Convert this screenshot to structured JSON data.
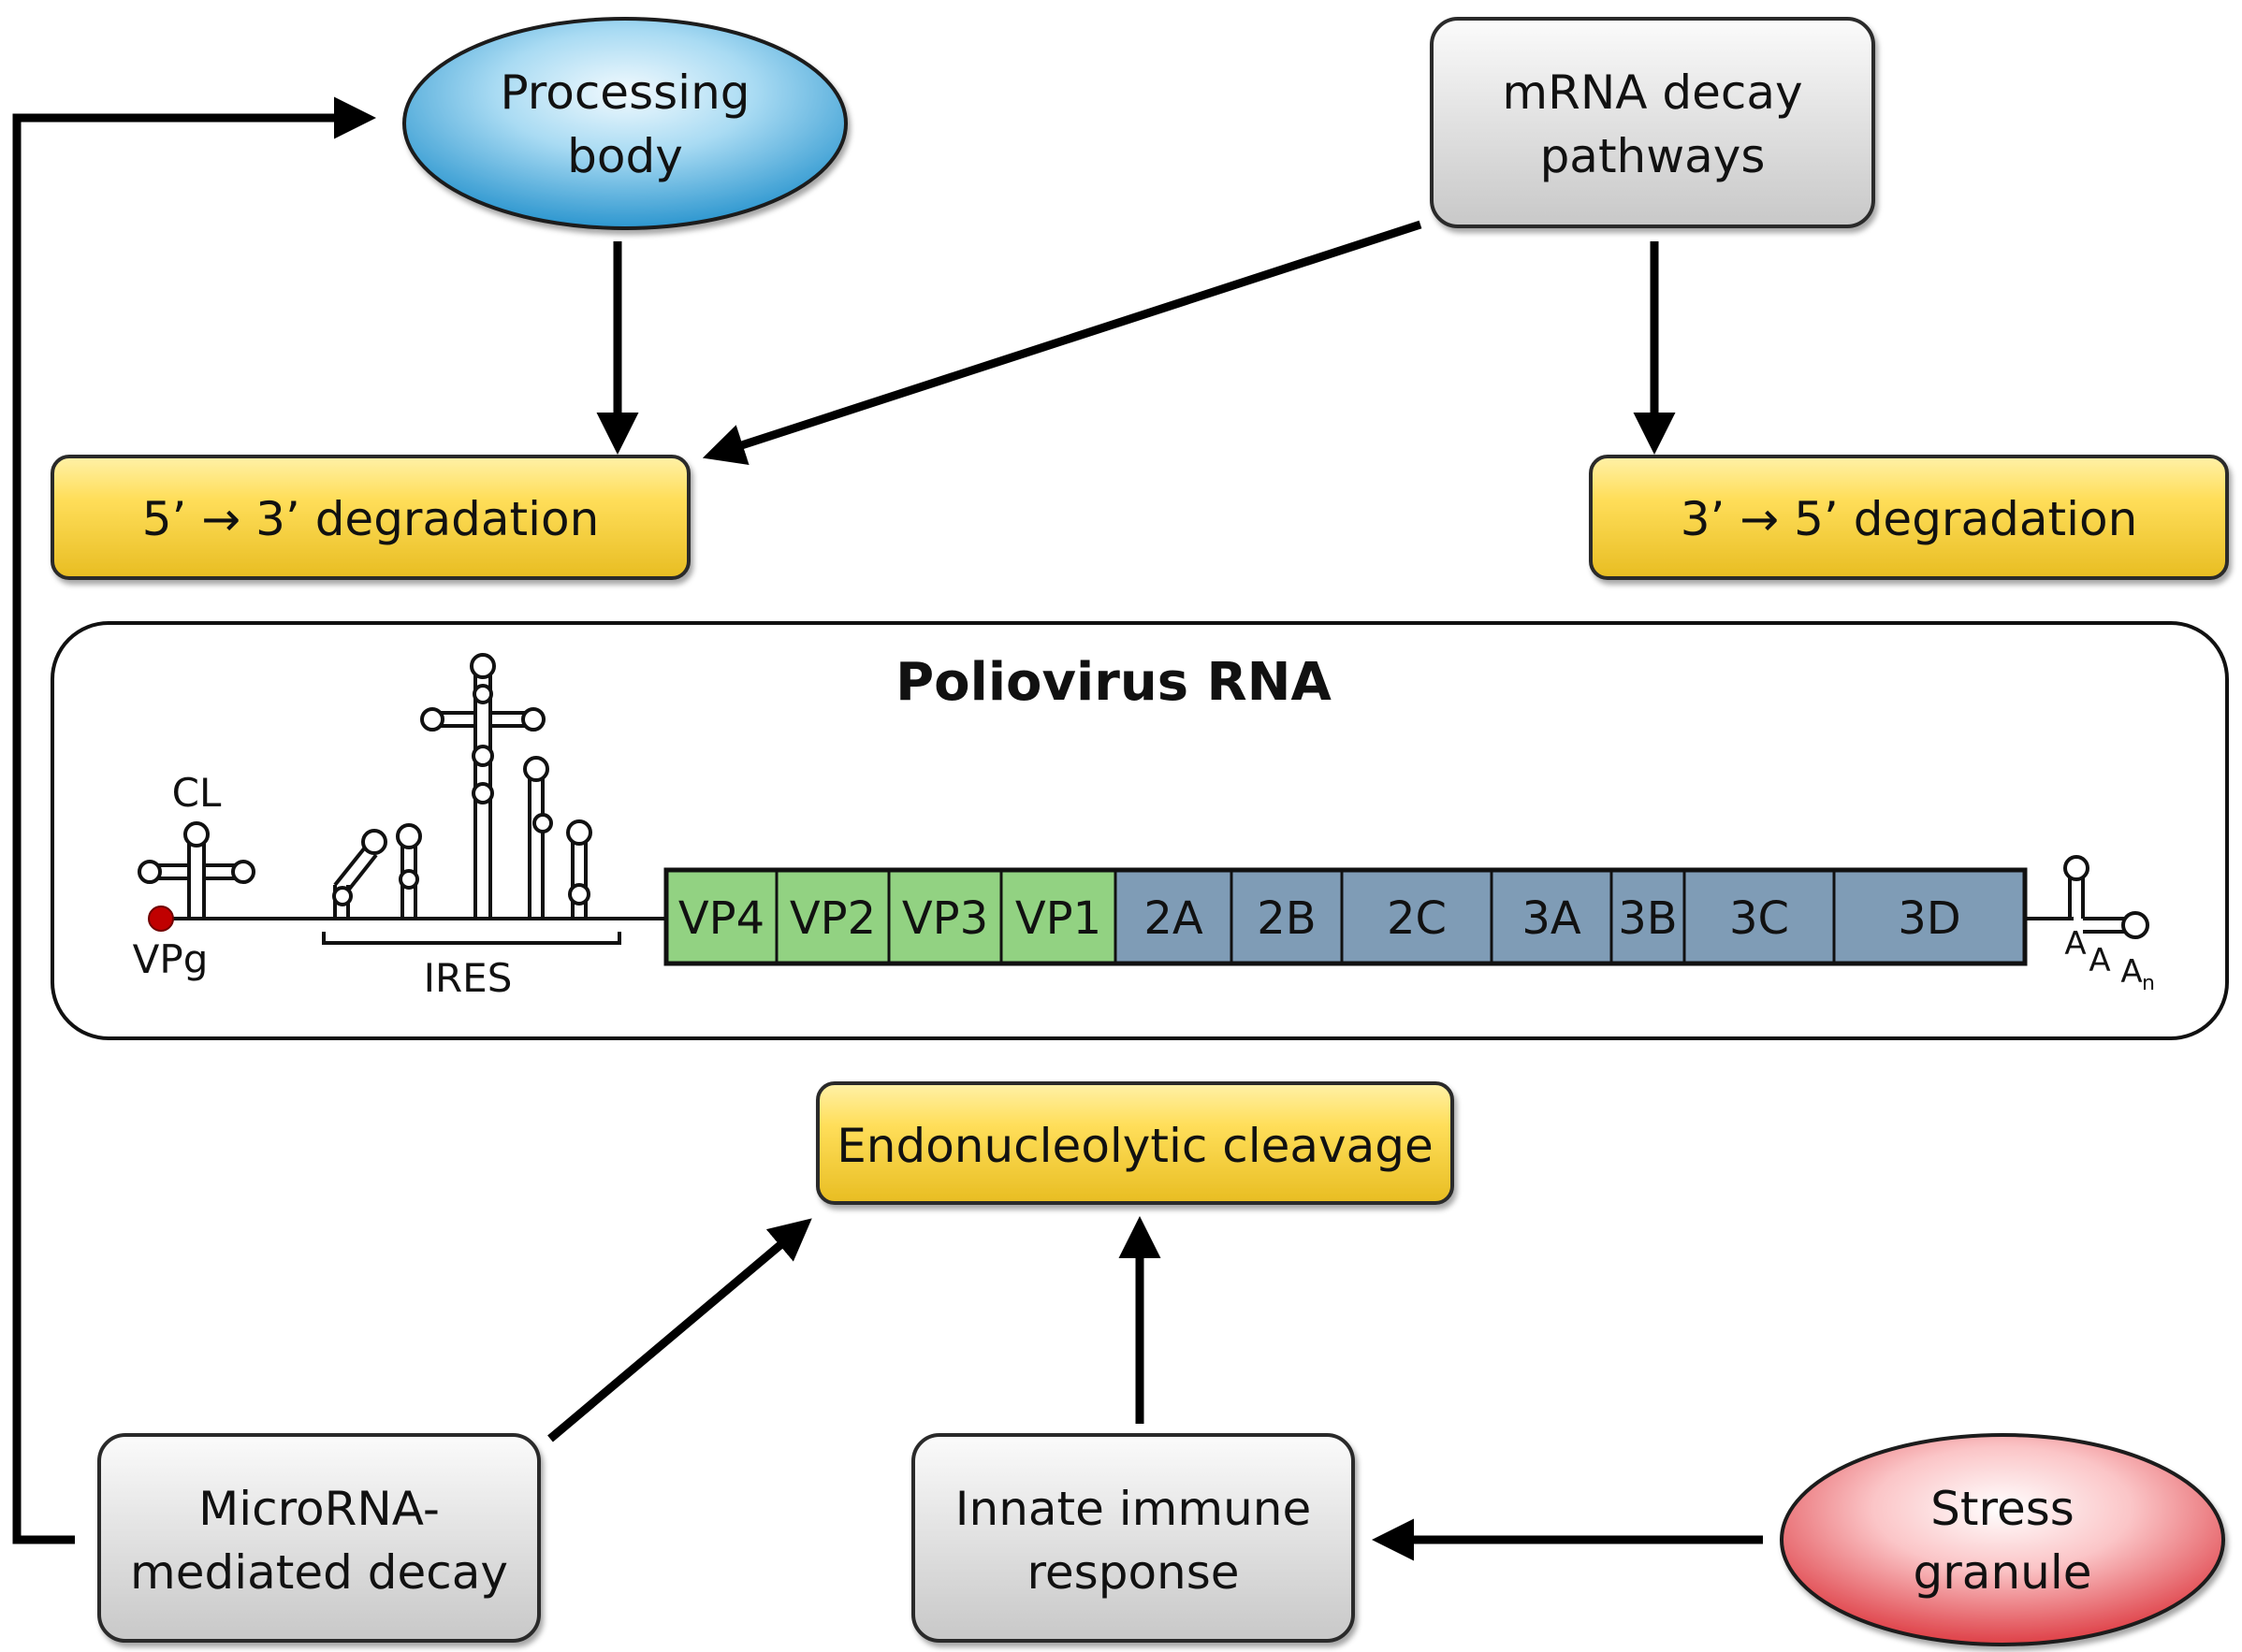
{
  "nodes": {
    "processing_body": [
      "Processing",
      "body"
    ],
    "mrna_decay": [
      "mRNA decay",
      "pathways"
    ],
    "deg_5to3": "5’ → 3’ degradation",
    "deg_3to5": "3’ → 5’ degradation",
    "endo_cleavage": "Endonucleolytic cleavage",
    "microrna": [
      "MicroRNA-",
      "mediated decay"
    ],
    "innate": [
      "Innate immune",
      "response"
    ],
    "stress": [
      "Stress",
      "granule"
    ]
  },
  "rna": {
    "title": "Poliovirus RNA",
    "cl": "CL",
    "vpg": "VPg",
    "ires": "IRES",
    "tail_a1": "A",
    "tail_a2": "A",
    "tail_an": "A",
    "tail_n": "n",
    "structural_genes": [
      "VP4",
      "VP2",
      "VP3",
      "VP1"
    ],
    "nonstructural_genes": [
      "2A",
      "2B",
      "2C",
      "3A",
      "3B",
      "3C",
      "3D"
    ]
  },
  "colors": {
    "yellow_box": "#FFD84A",
    "gray_box": "#E4E4E4",
    "blue_ellipse": "#38A6DA",
    "red_ellipse": "#E8454B",
    "green_gene": "#92D282",
    "blue_gene": "#7F9CB6",
    "vpg_dot": "#C00000"
  }
}
